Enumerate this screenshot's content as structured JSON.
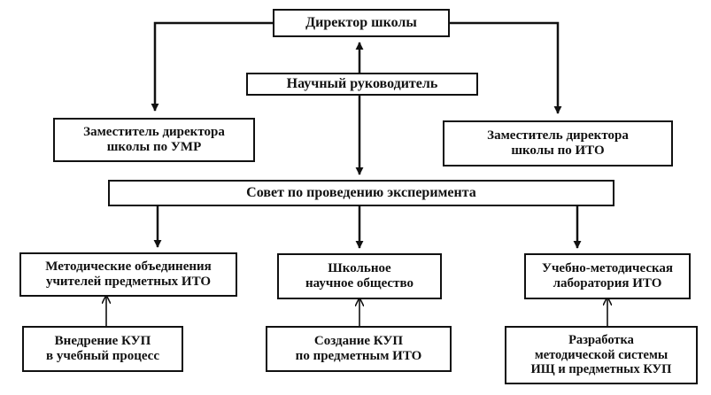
{
  "nodes": {
    "director": "Директор школы",
    "sci_lead": "Научный руководитель",
    "deputy_umr": "Заместитель директора\nшколы по УМР",
    "deputy_ito": "Заместитель директора\nшколы по ИТО",
    "council": "Совет по проведению эксперимента",
    "method_assoc": "Методические объединения\nучителей предметных ИТО",
    "school_society": "Школьное\nнаучное общество",
    "lab": "Учебно-методическая\nлаборатория ИТО",
    "implement": "Внедрение КУП\nв учебный процесс",
    "create": "Создание КУП\nпо предметным ИТО",
    "develop": "Разработка\nметодической системы\nИЩ и предметных КУП"
  }
}
